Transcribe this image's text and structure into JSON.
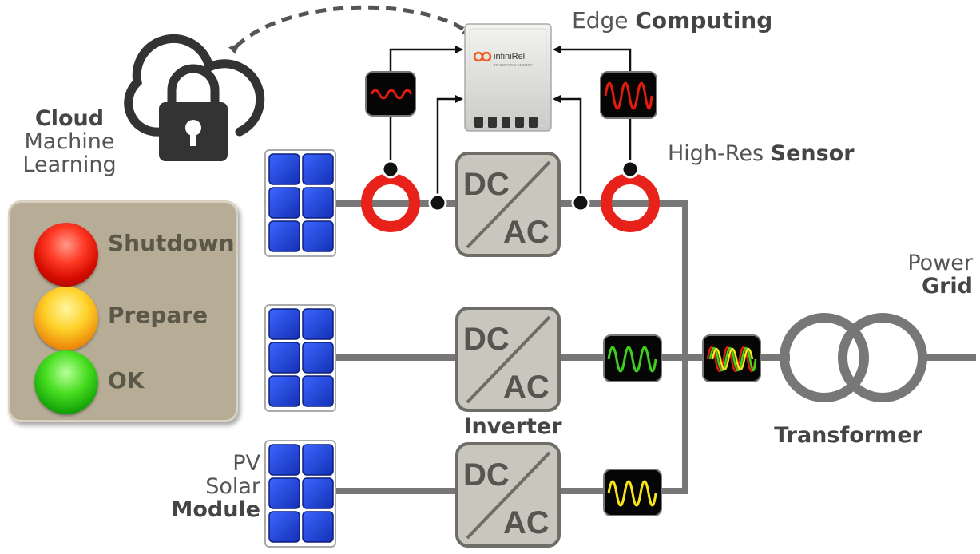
{
  "labels": {
    "edge": {
      "pre": "Edge",
      "bold": "Computing"
    },
    "cloud": {
      "bold": "Cloud",
      "line2": "Machine",
      "line3": "Learning"
    },
    "sensor": {
      "pre": "High-Res",
      "bold": "Sensor"
    },
    "grid": {
      "line1": "Power",
      "bold": "Grid"
    },
    "transformer": "Transformer",
    "inverter": "Inverter",
    "pv": {
      "line1": "PV",
      "line2": "Solar",
      "bold": "Module"
    }
  },
  "status": {
    "shutdown": {
      "label": "Shutdown",
      "color": "#e41a0c"
    },
    "prepare": {
      "label": "Prepare",
      "color": "#f2b01c"
    },
    "ok": {
      "label": "OK",
      "color": "#2fc414"
    }
  },
  "inverter_text": {
    "dc": "DC",
    "ac": "AC"
  },
  "device": {
    "brand": "infiniRel",
    "tagline": "TRANSFORM ENERGY"
  },
  "colors": {
    "wire": "#777777",
    "sensor_ring": "#e8221a",
    "box_fill": "#c8c6bd",
    "panel_fill": "#2546d8",
    "signal_red": "#e41a0c",
    "signal_green": "#3fd11d",
    "signal_yellow": "#f6e51c"
  }
}
